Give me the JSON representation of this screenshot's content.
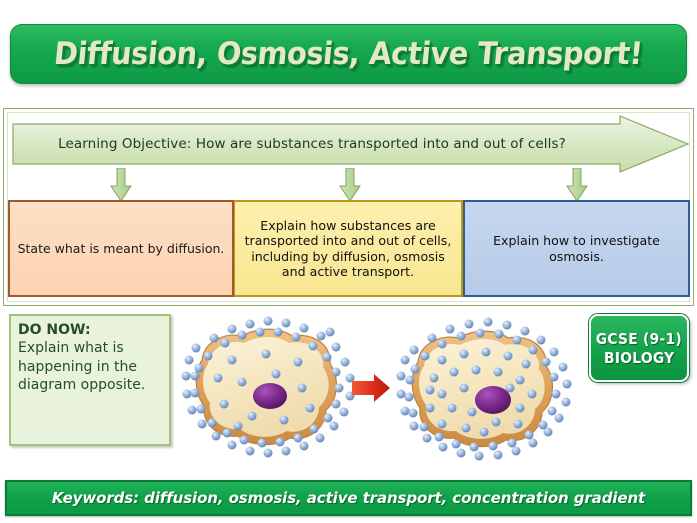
{
  "slide": {
    "title": "Diffusion, Osmosis, Active Transport!",
    "learning_objective": "Learning Objective: How are substances transported into and out of cells?",
    "objectives": [
      {
        "text": "State what is meant by diffusion.",
        "fill": "#fbd3b0",
        "border": "#a4582c"
      },
      {
        "text": "Explain how substances are transported into and out of cells, including by diffusion, osmosis and active transport.",
        "fill": "#f8e690",
        "border": "#b99a1d"
      },
      {
        "text": "Explain how to investigate osmosis.",
        "fill": "#b6cbe8",
        "border": "#2f5e92"
      }
    ],
    "do_now": {
      "heading": "DO NOW:",
      "body": "Explain what is happening in the diagram opposite."
    },
    "badge": {
      "line1": "GCSE (9-1)",
      "line2": "BIOLOGY"
    },
    "keywords": "Keywords: diffusion, osmosis, active transport, concentration gradient",
    "diagram": {
      "caption_alt": "Two cells showing diffusion of particles across the membrane; left cell has particles concentrated outside, right cell has particles evenly distributed.",
      "arrow_label": "diffusion-direction-arrow",
      "cell_membrane_color": "#e0a45c",
      "cytoplasm_color": "#f6e8c3",
      "nucleus_color": "#7d2a8c",
      "particle_color": "#7b9fd1",
      "arrow_color": "#d72b1e"
    },
    "colors": {
      "brand_green": "#10a349",
      "title_text": "#e3e9c4",
      "lo_fill": "#d4e5bd",
      "frame_border": "#8fae6e"
    }
  }
}
